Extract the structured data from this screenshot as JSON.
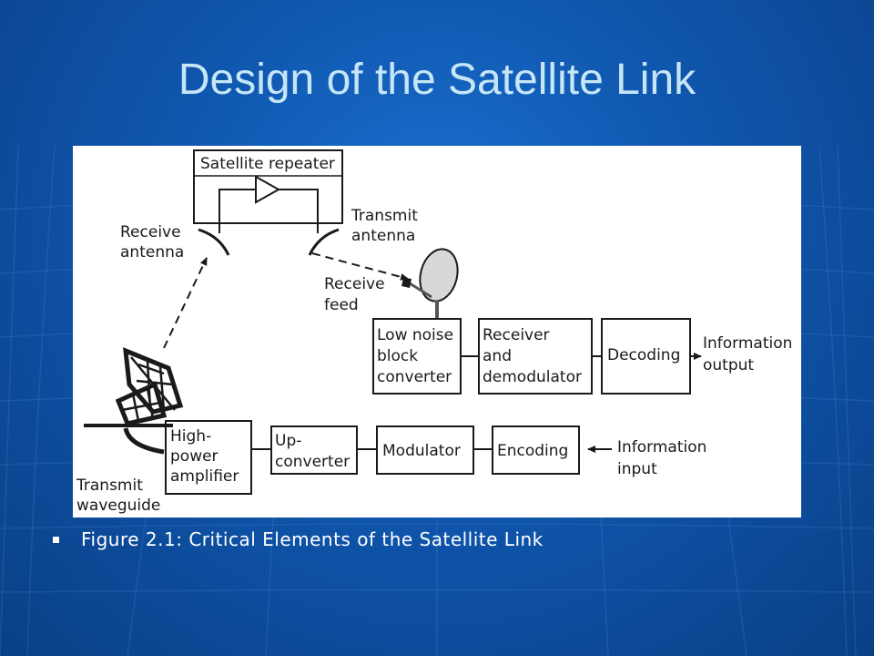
{
  "slide": {
    "title": "Design of the Satellite Link",
    "caption": "Figure 2.1: Critical Elements of the Satellite Link"
  },
  "colors": {
    "background": "#0f56ad",
    "title": "#c6e6f8",
    "figure_background": "#ffffff",
    "diagram_ink": "#1a1a1a",
    "dish_fill": "#d8d8d8"
  },
  "diagram": {
    "satellite_repeater": "Satellite repeater",
    "receive_antenna": [
      "Receive",
      "antenna"
    ],
    "transmit_antenna": [
      "Transmit",
      "antenna"
    ],
    "receive_feed": [
      "Receive",
      "feed"
    ],
    "lnb": [
      "Low noise",
      "block",
      "converter"
    ],
    "receiver": [
      "Receiver",
      "and",
      "demodulator"
    ],
    "decoding": "Decoding",
    "information_output": [
      "Information",
      "output"
    ],
    "hpa": [
      "High-",
      "power",
      "amplifier"
    ],
    "upconverter": [
      "Up-",
      "converter"
    ],
    "modulator": "Modulator",
    "encoding": "Encoding",
    "information_input": [
      "Information",
      "input"
    ],
    "transmit_waveguide": [
      "Transmit",
      "waveguide"
    ]
  }
}
